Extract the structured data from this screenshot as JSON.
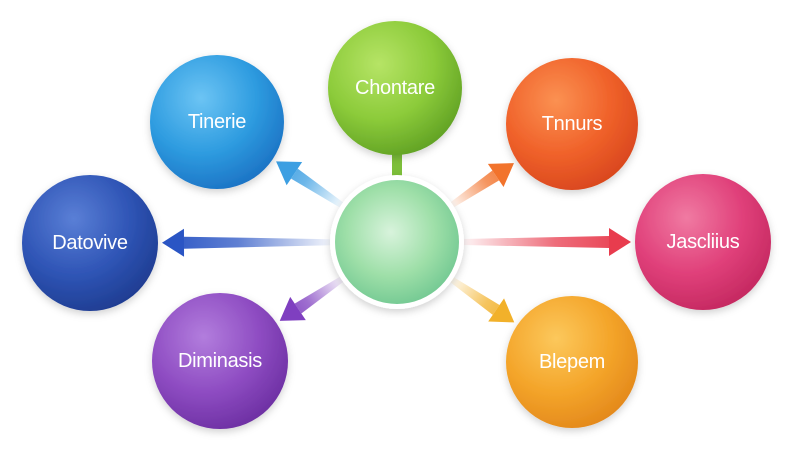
{
  "diagram": {
    "center": {
      "label": "",
      "colors": {
        "inner": "#d8f3dc",
        "mid": "#9edfa8",
        "outer": "#6cc58f",
        "ring": "#ffffff"
      }
    },
    "nodes": [
      {
        "id": "chontare",
        "label": "Chontare",
        "color": "#8ccb3a",
        "light": "#b6e466",
        "dark": "#5d9e22"
      },
      {
        "id": "tinerie",
        "label": "Tinerie",
        "color": "#2e9ce0",
        "light": "#6cc4f4",
        "dark": "#1a6fc2"
      },
      {
        "id": "tnnurs",
        "label": "Tnnurs",
        "color": "#f0622a",
        "light": "#fb9152",
        "dark": "#d7441d"
      },
      {
        "id": "datovive",
        "label": "Datovive",
        "color": "#2f55b6",
        "light": "#5a7fd6",
        "dark": "#1d3a8e"
      },
      {
        "id": "jascliius",
        "label": "Jascliius",
        "color": "#e0407a",
        "light": "#f07aa2",
        "dark": "#c2265e"
      },
      {
        "id": "diminasis",
        "label": "Diminasis",
        "color": "#8e4cc2",
        "light": "#b27ddd",
        "dark": "#6a2da0"
      },
      {
        "id": "blepem",
        "label": "Blepem",
        "color": "#f4a52a",
        "light": "#fcc85c",
        "dark": "#e2861a"
      }
    ],
    "arrows": [
      {
        "to": "chontare",
        "color": "#7dbf3a",
        "style": "stem"
      },
      {
        "to": "tinerie",
        "color": "#3d9fe2",
        "style": "arrow"
      },
      {
        "to": "tnnurs",
        "color": "#f2732c",
        "style": "arrow"
      },
      {
        "to": "datovive",
        "color": "#2a55c4",
        "style": "arrow"
      },
      {
        "to": "jascliius",
        "color": "#e83c4e",
        "style": "arrow"
      },
      {
        "to": "diminasis",
        "color": "#7f3fc0",
        "style": "arrow"
      },
      {
        "to": "blepem",
        "color": "#f2b12a",
        "style": "arrow"
      }
    ]
  }
}
